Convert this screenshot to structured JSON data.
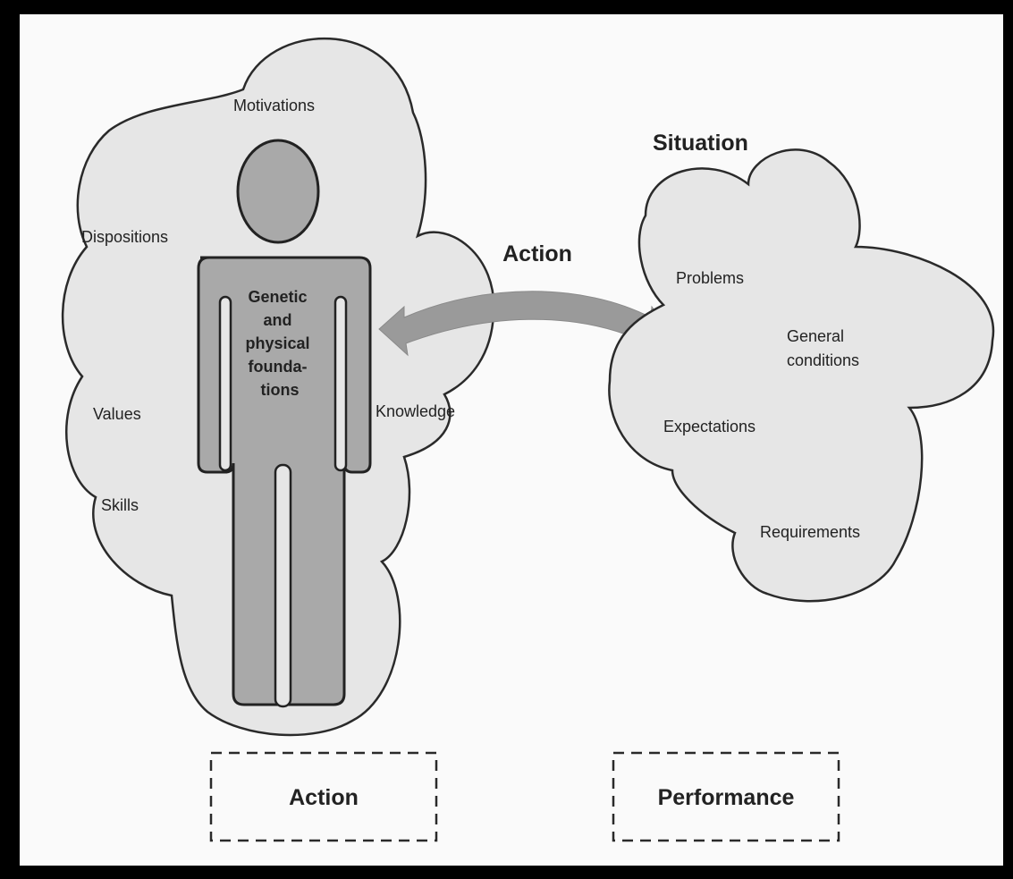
{
  "person_cloud": {
    "labels": {
      "motivations": "Motivations",
      "dispositions": "Dispositions",
      "values": "Values",
      "skills": "Skills",
      "knowledge": "Knowledge"
    },
    "body_text": [
      "Genetic",
      "and",
      "physical",
      "founda-",
      "tions"
    ]
  },
  "arrow": {
    "label": "Action"
  },
  "situation_cloud": {
    "title": "Situation",
    "labels": {
      "problems": "Problems",
      "general_conditions_1": "General",
      "general_conditions_2": "conditions",
      "expectations": "Expectations",
      "requirements": "Requirements"
    }
  },
  "boxes": {
    "action": "Action",
    "performance": "Performance"
  },
  "colors": {
    "cloud_fill": "#e6e6e6",
    "figure_fill": "#a9a9a9",
    "arrow_fill": "#9a9a9a",
    "outline": "#2a2a2a",
    "frame": "#000000"
  }
}
